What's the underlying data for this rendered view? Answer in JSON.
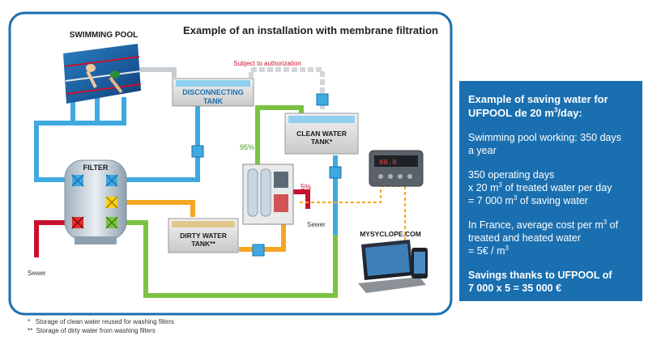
{
  "title": "Example of an installation with membrane filtration",
  "labels": {
    "swimming_pool": "SWIMMING POOL",
    "disconnecting_tank": "DISCONNECTING TANK",
    "subject_to_authorization": "Subject to authorization",
    "clean_water_tank": "CLEAN WATER TANK*",
    "filter": "FILTER",
    "dirty_water_tank": "DIRTY WATER TANK**",
    "percent_95": "95%",
    "percent_5": "5%",
    "sewer_left": "Sewer",
    "sewer_right": "Sewer",
    "mysyclope": "MYSYCLOPE.COM"
  },
  "footnotes": [
    "*   Storage of clean water reused for washing filters",
    "**  Storage of dirty water from washing filters"
  ],
  "panel": {
    "title_line1": "Example of saving water for",
    "title_line2_pre": "UFPOOL de 20 m",
    "title_line2_sup": "3",
    "title_line2_post": "/day:",
    "working_line1": "Swimming pool working: 350 days",
    "working_line2": "a year",
    "ops_line1": "350 operating days",
    "ops_line2_pre": "x 20 m",
    "ops_line2_sup": "3",
    "ops_line2_post": " of treated water per day",
    "ops_line3_pre": "= 7 000  m",
    "ops_line3_sup": "3",
    "ops_line3_post": " of saving water",
    "cost_line1_pre": "In France, average cost per m",
    "cost_line1_sup": "3",
    "cost_line1_post": " of",
    "cost_line2": "treated and heated water",
    "cost_line3_pre": "= 5€ /  m",
    "cost_line3_sup": "3",
    "savings_line1": "Savings thanks to UFPOOL of",
    "savings_line2": "7 000 x 5 = 35 000 €"
  },
  "colors": {
    "frame": "#1a6fb0",
    "clean_pipe": "#3fa9e0",
    "grey_pipe": "#c9ccd0",
    "green_pipe": "#7cc242",
    "orange_pipe": "#f5a623",
    "red_pipe": "#c8102e",
    "panel_bg": "#1a6fb0"
  }
}
